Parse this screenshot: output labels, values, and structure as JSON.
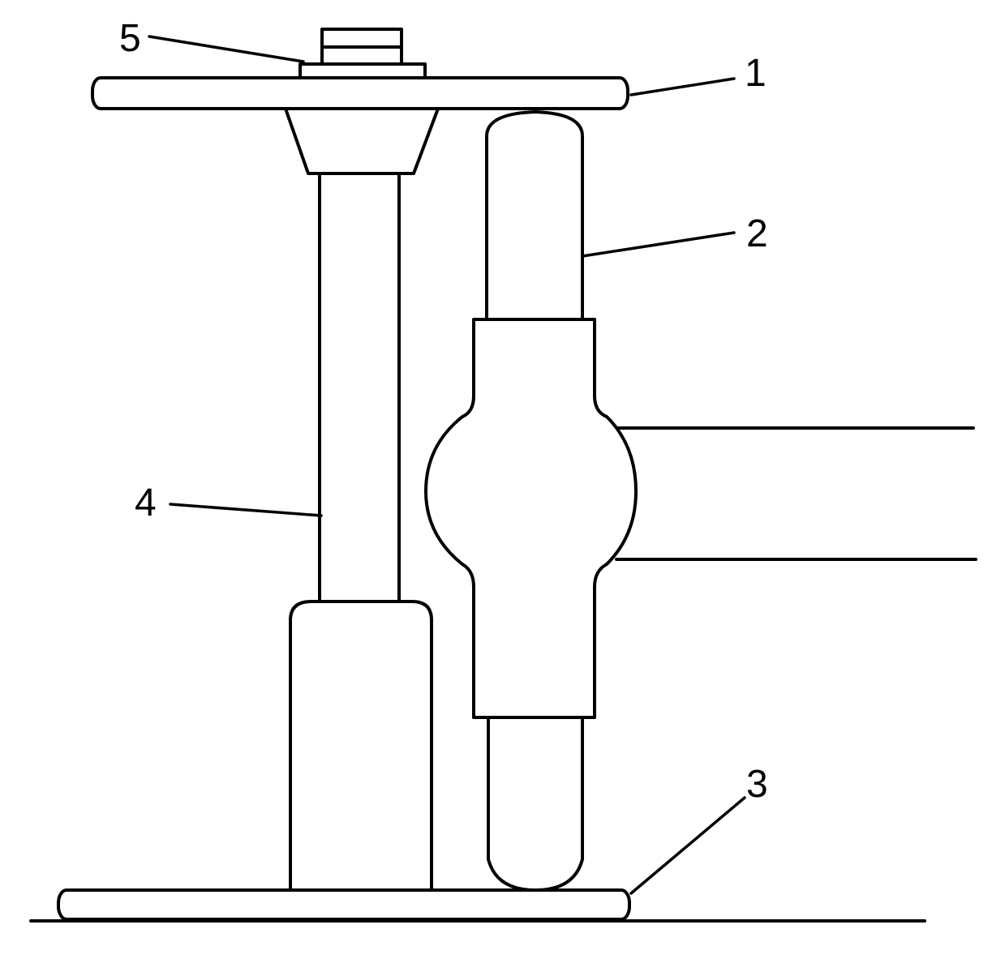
{
  "callouts": {
    "c1": "1",
    "c2": "2",
    "c3": "3",
    "c4": "4",
    "c5": "5"
  },
  "colors": {
    "stroke": "#000000",
    "background": "#ffffff"
  }
}
